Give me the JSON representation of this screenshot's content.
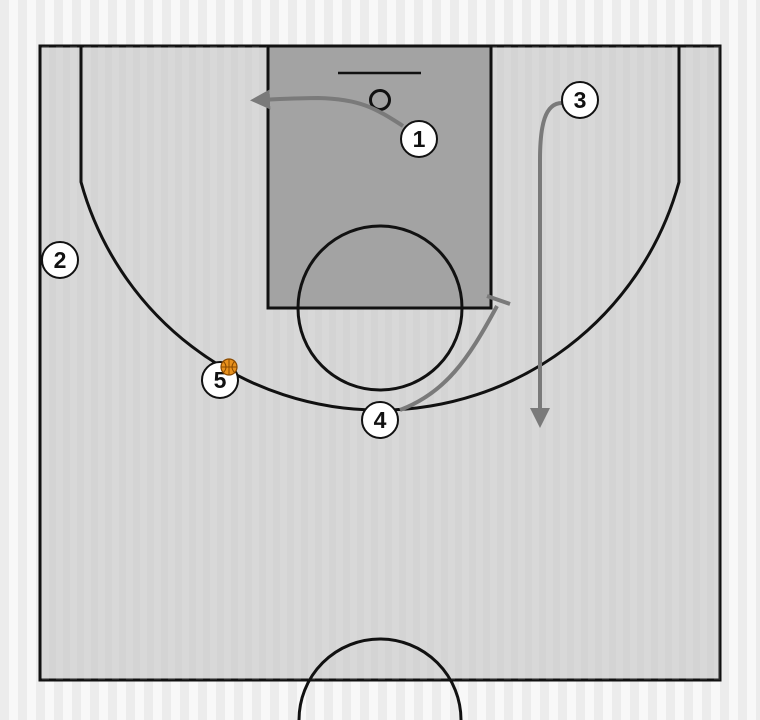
{
  "diagram": {
    "type": "basketball-half-court-play",
    "colors": {
      "court_floor": "#d4d4d4",
      "paint": "#a3a3a3",
      "lines": "#111111",
      "arrow": "#7a7a7a",
      "player_fill": "#ffffff",
      "ball": "#e8911c"
    },
    "players": [
      {
        "id": "p1",
        "label": "1"
      },
      {
        "id": "p2",
        "label": "2"
      },
      {
        "id": "p3",
        "label": "3"
      },
      {
        "id": "p4",
        "label": "4"
      },
      {
        "id": "p5",
        "label": "5",
        "has_ball": true
      }
    ],
    "actions": [
      {
        "player": "1",
        "kind": "cut"
      },
      {
        "player": "3",
        "kind": "cut"
      },
      {
        "player": "4",
        "kind": "screen"
      }
    ]
  }
}
